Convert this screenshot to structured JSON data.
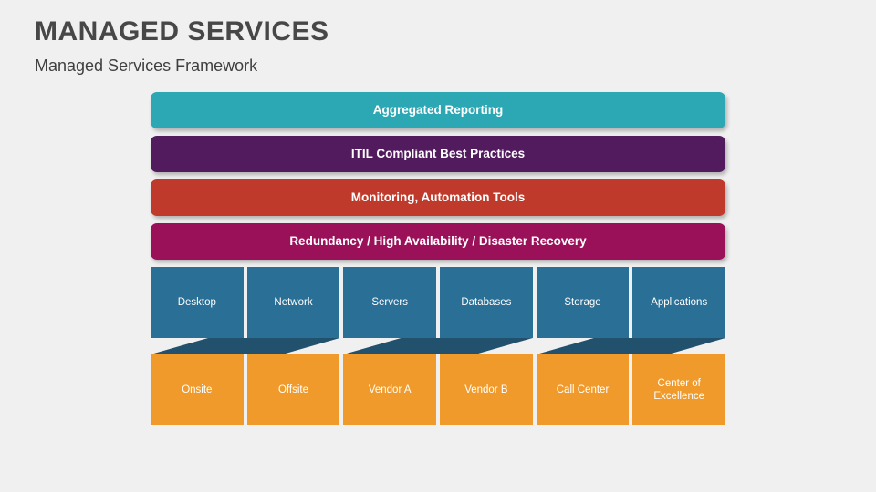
{
  "header": {
    "title": "MANAGED SERVICES",
    "subtitle": "Managed Services Framework"
  },
  "diagram": {
    "banners": [
      {
        "label": "Aggregated Reporting",
        "color": "#2ba8b4"
      },
      {
        "label": "ITIL Compliant Best Practices",
        "color": "#521b5e"
      },
      {
        "label": "Monitoring, Automation Tools",
        "color": "#bf3a2b"
      },
      {
        "label": "Redundancy / High Availability / Disaster Recovery",
        "color": "#9b1159"
      }
    ],
    "tiers": {
      "color": "#2a6f96",
      "items": [
        {
          "label": "Desktop"
        },
        {
          "label": "Network"
        },
        {
          "label": "Servers"
        },
        {
          "label": "Databases"
        },
        {
          "label": "Storage"
        },
        {
          "label": "Applications"
        }
      ]
    },
    "connector": {
      "color": "#21516d"
    },
    "delivery": {
      "color": "#f09a2b",
      "items": [
        {
          "label": "Onsite"
        },
        {
          "label": "Offsite"
        },
        {
          "label": "Vendor A"
        },
        {
          "label": "Vendor B"
        },
        {
          "label": "Call Center"
        },
        {
          "label": "Center of\nExcellence"
        }
      ]
    }
  },
  "background_color": "#f0f0f0",
  "text_color": "#474747"
}
